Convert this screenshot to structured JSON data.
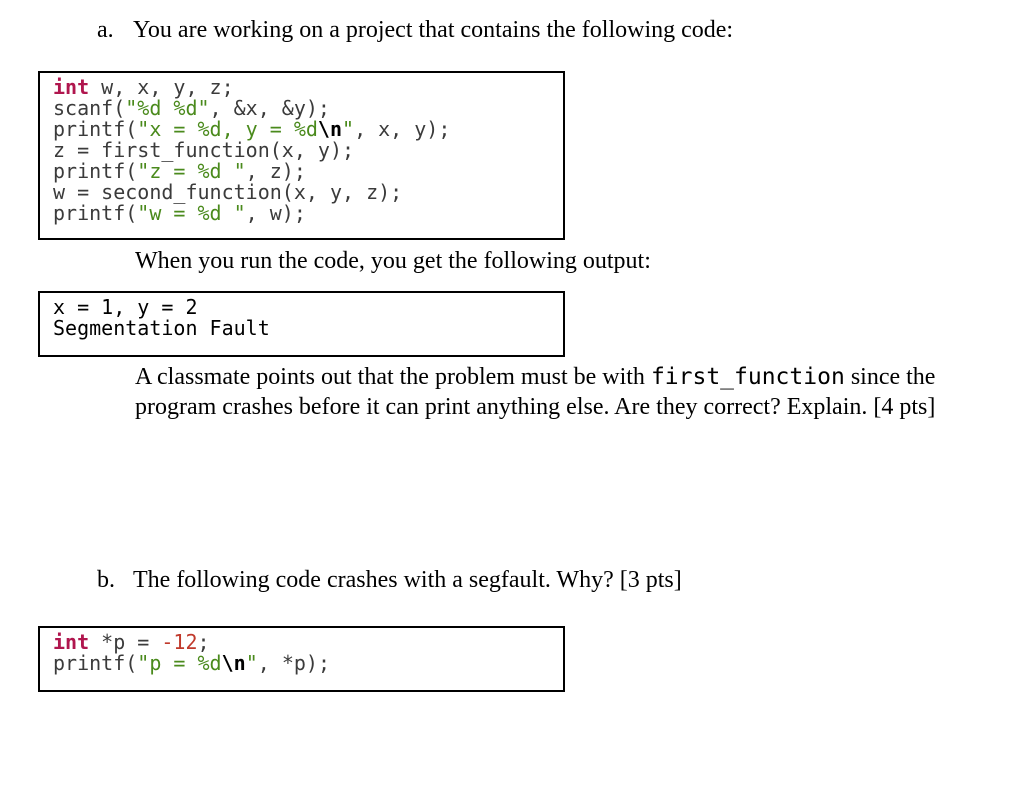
{
  "question_a": {
    "letter": "a.",
    "prompt": "You are working on a project that contains the following code:",
    "code": [
      [
        {
          "t": "int",
          "c": "kw"
        },
        {
          "t": " w, x, y, z;",
          "c": ""
        }
      ],
      [
        {
          "t": "scanf(",
          "c": ""
        },
        {
          "t": "\"%d %d\"",
          "c": "str"
        },
        {
          "t": ", &x, &y);",
          "c": ""
        }
      ],
      [
        {
          "t": "printf(",
          "c": ""
        },
        {
          "t": "\"x = %d, y = %d",
          "c": "str"
        },
        {
          "t": "\\n",
          "c": "esc"
        },
        {
          "t": "\"",
          "c": "str"
        },
        {
          "t": ", x, y);",
          "c": ""
        }
      ],
      [
        {
          "t": "z = first_function(x, y);",
          "c": ""
        }
      ],
      [
        {
          "t": "printf(",
          "c": ""
        },
        {
          "t": "\"z = %d \"",
          "c": "str"
        },
        {
          "t": ", z);",
          "c": ""
        }
      ],
      [
        {
          "t": "w = second_function(x, y, z);",
          "c": ""
        }
      ],
      [
        {
          "t": "printf(",
          "c": ""
        },
        {
          "t": "\"w = %d \"",
          "c": "str"
        },
        {
          "t": ", w);",
          "c": ""
        }
      ]
    ],
    "output_intro": "When you run the code, you get the following output:",
    "output_lines": [
      "x = 1, y = 2",
      "Segmentation Fault"
    ],
    "follow_up_1": "A classmate points out that the problem must be with",
    "follow_up_code": "first_function",
    "follow_up_2": "since the",
    "follow_up_3": "program crashes before it can print anything else. Are they correct? Explain. [4 pts]"
  },
  "question_b": {
    "letter": "b.",
    "prompt": "The following code crashes with a segfault. Why? [3 pts]",
    "code": [
      [
        {
          "t": "int",
          "c": "kw"
        },
        {
          "t": " *p = ",
          "c": ""
        },
        {
          "t": "-12",
          "c": "num"
        },
        {
          "t": ";",
          "c": ""
        }
      ],
      [
        {
          "t": "printf(",
          "c": ""
        },
        {
          "t": "\"p = %d",
          "c": "str"
        },
        {
          "t": "\\n",
          "c": "esc"
        },
        {
          "t": "\"",
          "c": "str"
        },
        {
          "t": ", *p);",
          "c": ""
        }
      ]
    ]
  }
}
